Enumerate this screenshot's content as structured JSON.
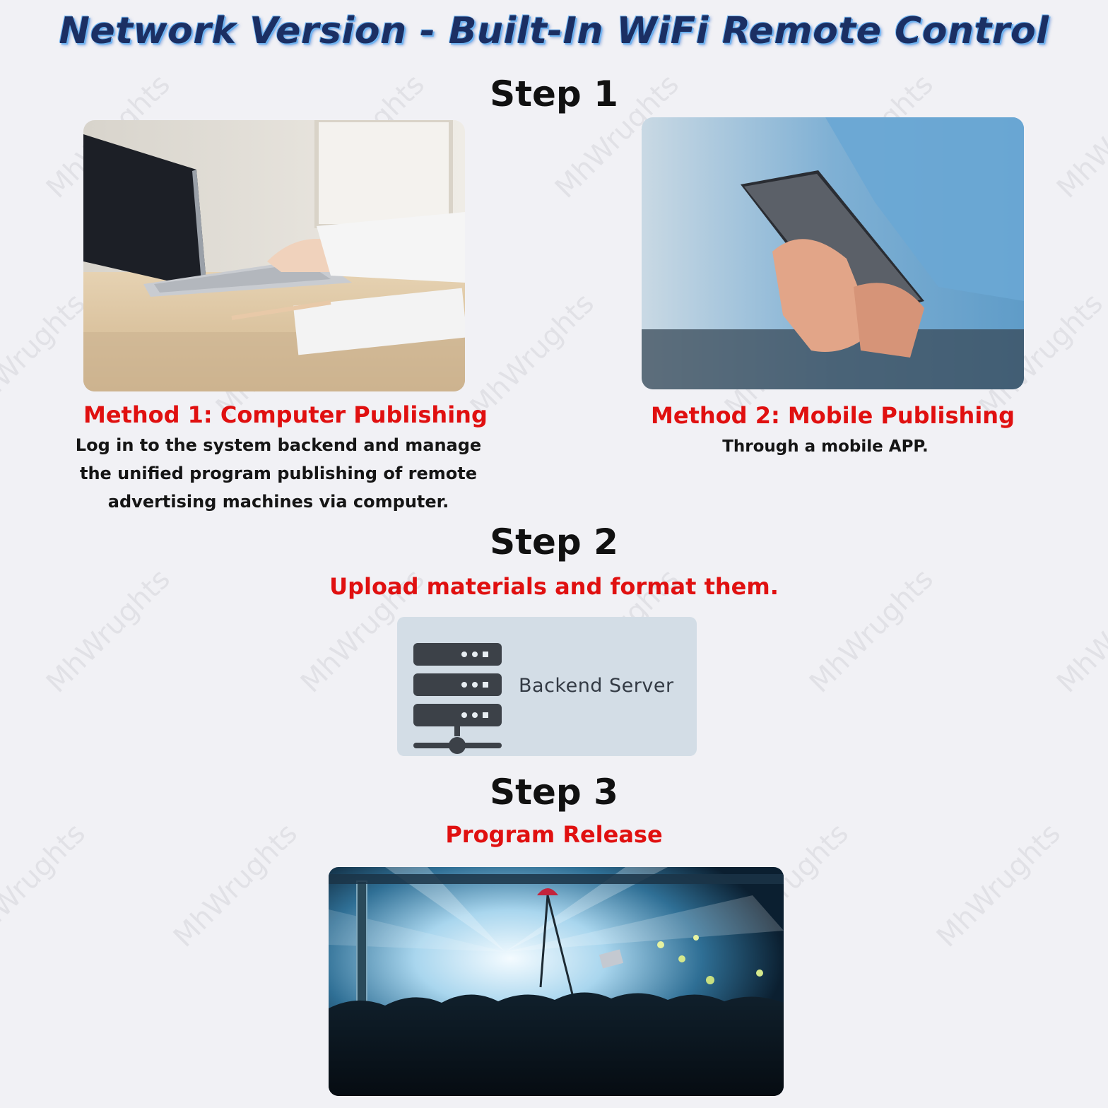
{
  "header": {
    "title": "Network Version - Built-In WiFi Remote Control"
  },
  "watermark": {
    "text": "MhWrughts"
  },
  "step1": {
    "title": "Step 1",
    "method1": {
      "heading": "Method 1: Computer Publishing",
      "lines": [
        "Log in to the system backend and manage",
        "the unified program publishing of remote",
        "advertising machines via computer."
      ]
    },
    "method2": {
      "heading": "Method 2: Mobile Publishing",
      "line": "Through a mobile APP."
    }
  },
  "step2": {
    "title": "Step 2",
    "subtitle": "Upload materials and format them.",
    "server_label": "Backend Server"
  },
  "step3": {
    "title": "Step 3",
    "subtitle": "Program Release"
  },
  "colors": {
    "title_text": "#1b2f63",
    "title_glow": "#6fb4f2",
    "accent_red": "#e01010",
    "server_card": "#d3dde6",
    "server_icon": "#3c4148",
    "background": "#f1f1f5"
  },
  "icons": {
    "server": "server-rack-icon"
  }
}
